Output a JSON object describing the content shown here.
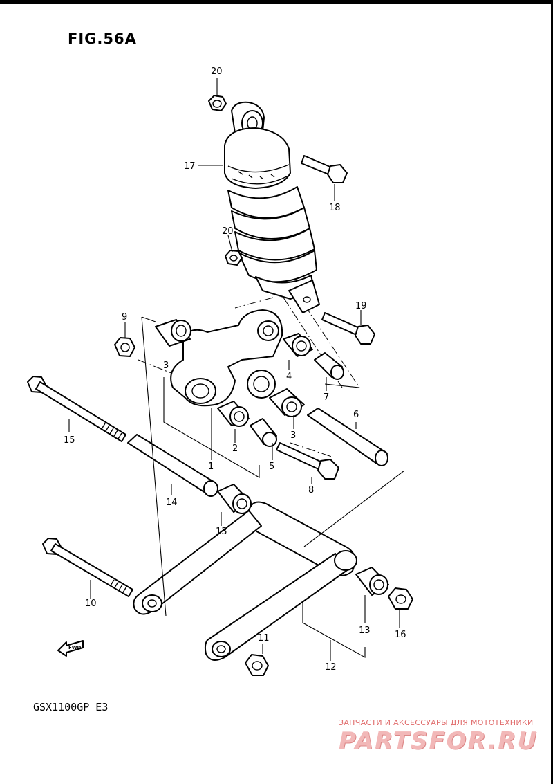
{
  "figure": {
    "title": "FIG.56A",
    "model": "GSX1100GP  E3",
    "fwd_label": "FWD"
  },
  "parts": {
    "p1": "1",
    "p2": "2",
    "p3a": "3",
    "p3b": "3",
    "p4": "4",
    "p5": "5",
    "p6": "6",
    "p7": "7",
    "p8": "8",
    "p9": "9",
    "p10": "10",
    "p11": "11",
    "p12": "12",
    "p13a": "13",
    "p13b": "13",
    "p14": "14",
    "p15": "15",
    "p16": "16",
    "p17": "17",
    "p18": "18",
    "p19": "19",
    "p20a": "20",
    "p20b": "20"
  },
  "watermark": {
    "line1": "ЗАПЧАСТИ И АКСЕССУАРЫ ДЛЯ МОТОТЕХНИКИ",
    "logo": "PARTSFOR.RU"
  }
}
